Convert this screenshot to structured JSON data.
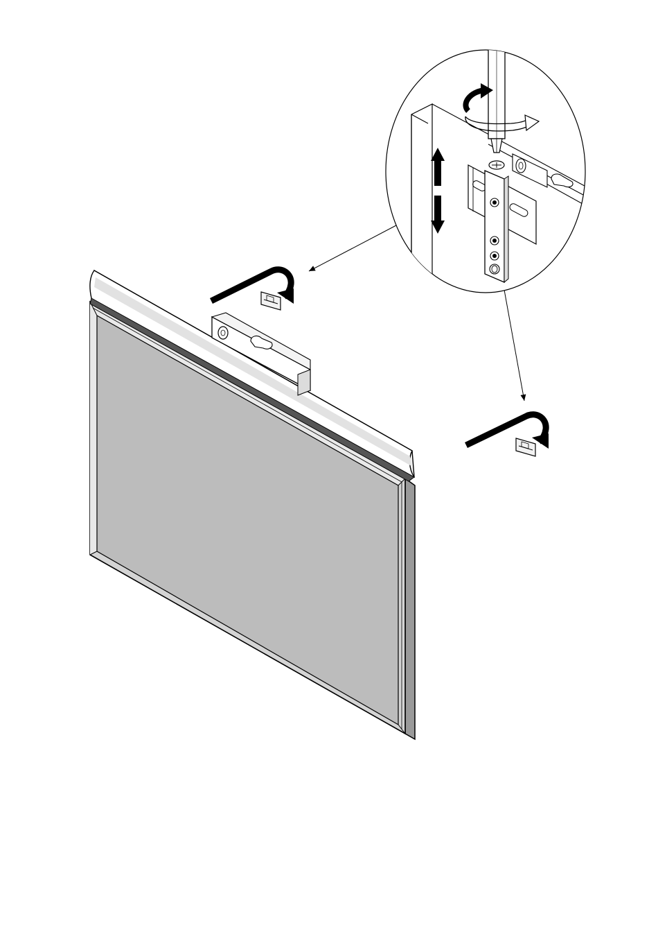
{
  "page": {
    "background": "#ffffff"
  },
  "colors": {
    "ink": "#000000",
    "mirror_glass": "#bcbcbc",
    "frame_light": "#e8e8e8",
    "frame_mid": "#d4d4d4",
    "frame_dark": "#9a9a9a",
    "rail_light": "#f2f2f2",
    "rail_shadow": "#dcdcdc",
    "paper": "#ffffff"
  },
  "parts": {
    "mirror": "mirror-panel",
    "top_rail": "top-rail",
    "wall_bracket": "wall-bracket",
    "clip": "hanging-clip",
    "detail_view": "detail-circle",
    "tool": "screwdriver"
  },
  "icons": {
    "rotate": "curved-arrow-icon",
    "adjust": "double-arrow-icon",
    "callout": "leader-arrow-icon"
  }
}
